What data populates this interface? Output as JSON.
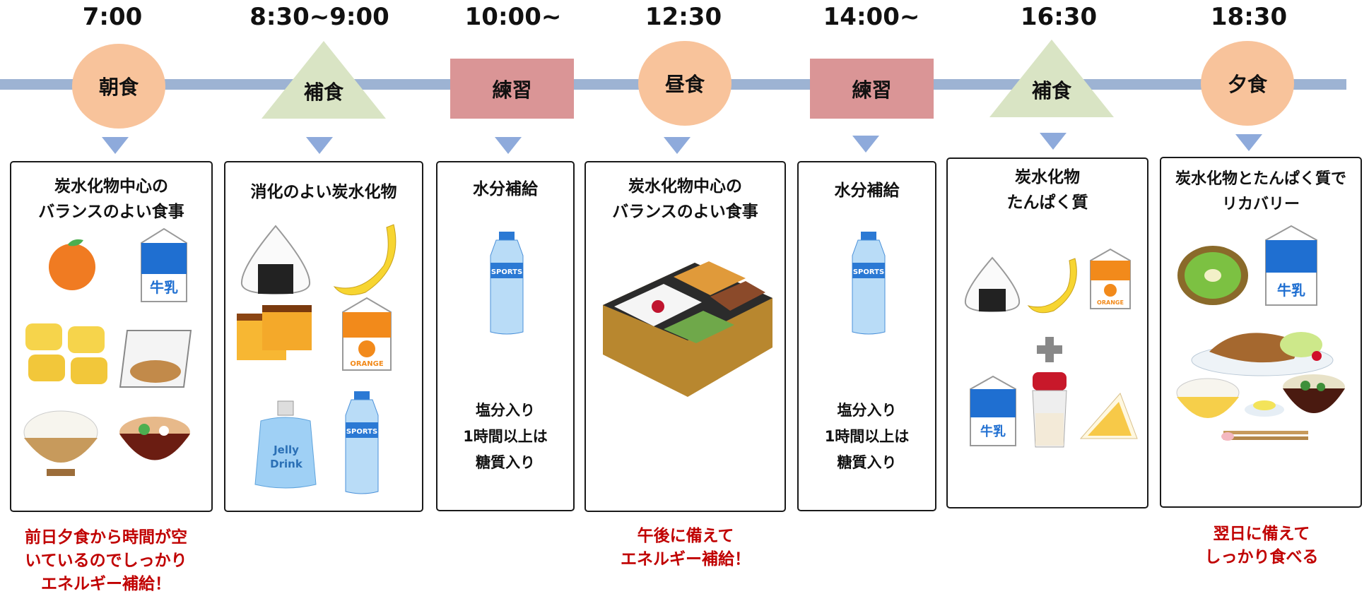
{
  "schedule": [
    {
      "time": "7:00",
      "label": "朝食",
      "title": "炭水化物中心の\nバランスのよい食事",
      "note": "",
      "caption": "前日夕食から時間が空\nいているのでしっかり\nエネルギー補給！"
    },
    {
      "time": "8:30~9:00",
      "label": "補食",
      "title": "消化のよい炭水化物",
      "note": "",
      "caption": ""
    },
    {
      "time": "10:00~",
      "label": "練習",
      "title": "水分補給",
      "note": "塩分入り\n1時間以上は\n糖質入り",
      "caption": ""
    },
    {
      "time": "12:30",
      "label": "昼食",
      "title": "炭水化物中心の\nバランスのよい食事",
      "note": "",
      "caption": "午後に備えて\nエネルギー補給！"
    },
    {
      "time": "14:00~",
      "label": "練習",
      "title": "水分補給",
      "note": "塩分入り\n1時間以上は\n糖質入り",
      "caption": ""
    },
    {
      "time": "16:30",
      "label": "補食",
      "title": "炭水化物\nたんぱく質",
      "note": "",
      "caption": ""
    },
    {
      "time": "18:30",
      "label": "夕食",
      "title": "炭水化物とたんぱく質で\nリカバリー",
      "note": "",
      "caption": "翌日に備えて\nしっかり食べる"
    }
  ],
  "product_labels": {
    "milk": "牛乳",
    "sports": "SPORTS",
    "orange": "ORANGE",
    "jelly_1": "Jelly",
    "jelly_2": "Drink"
  },
  "colors": {
    "timeline": "#9db3d3",
    "meal": "#f8c39b",
    "snack": "#d9e4c4",
    "practice": "#da9596",
    "arrow": "#8eaadb",
    "caption": "#c00000"
  }
}
